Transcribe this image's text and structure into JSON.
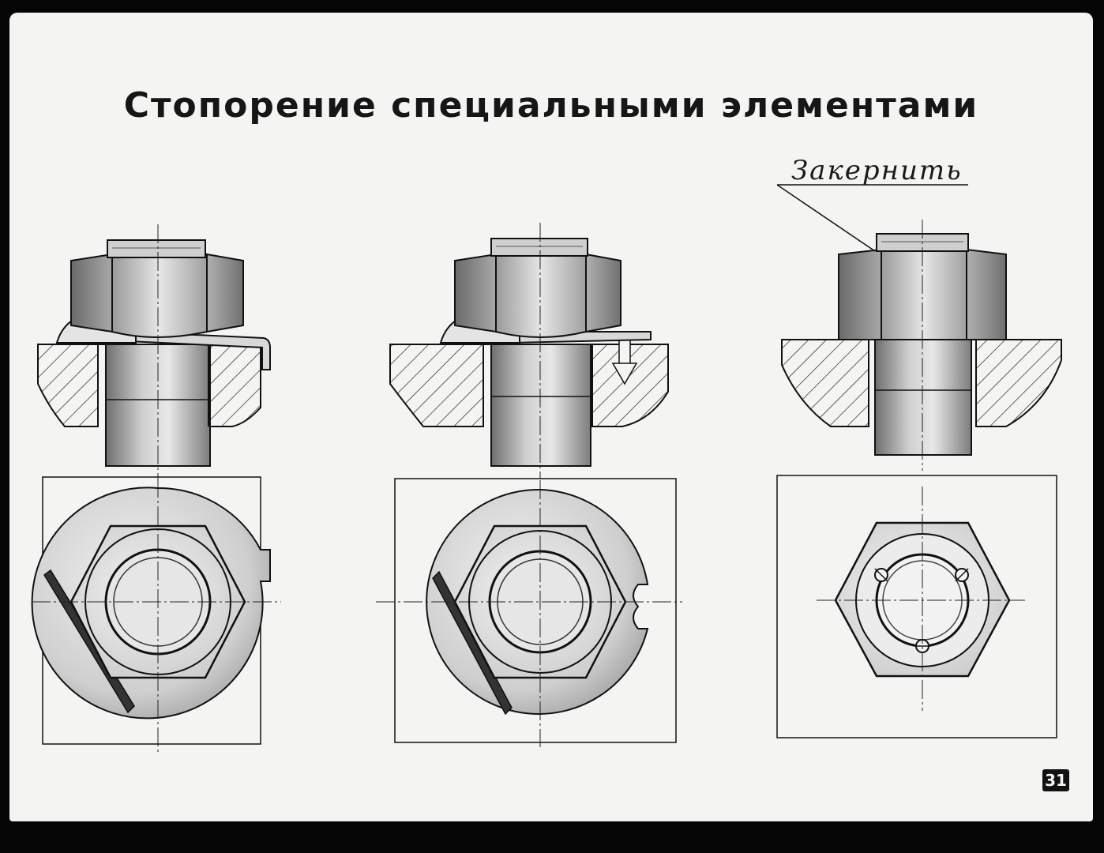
{
  "title": "Стопорение специальными элементами",
  "callout_label": "Закернить",
  "page_number": "31",
  "colors": {
    "background": "#f4f4f2",
    "ink": "#161616",
    "frame": "#050505",
    "shade_dark": "#7a7a7a",
    "shade_mid": "#b4b4b4",
    "shade_light": "#dcdcdc"
  },
  "figures": [
    {
      "id": "tab-washer",
      "section": "section-view",
      "plan": "plan-view"
    },
    {
      "id": "washer-with-pin",
      "section": "section-view",
      "plan": "plan-view"
    },
    {
      "id": "center-punch",
      "section": "section-view",
      "plan": "plan-view"
    }
  ]
}
